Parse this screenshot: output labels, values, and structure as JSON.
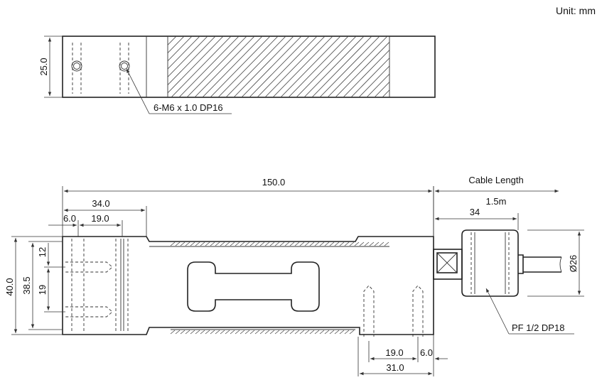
{
  "unit_label": "Unit: mm",
  "top_view": {
    "height_dim": "25.0",
    "thread_callout": "6-M6 x 1.0 DP16"
  },
  "side_view": {
    "length_dim": "150.0",
    "left_34_dim": "34.0",
    "left_19_dim": "19.0",
    "left_6_dim": "6.0",
    "height_40_dim": "40.0",
    "height_38_5_dim": "38.5",
    "vert_12_dim": "12",
    "vert_19_dim": "19",
    "bottom_19_dim": "19.0",
    "bottom_6_dim": "6.0",
    "bottom_31_dim": "31.0",
    "cable_length_label": "Cable Length",
    "cable_length_value": "1.5m",
    "cable_34_dim": "34",
    "cable_dia_dim": "Ø26",
    "gland_callout": "PF 1/2  DP18"
  }
}
